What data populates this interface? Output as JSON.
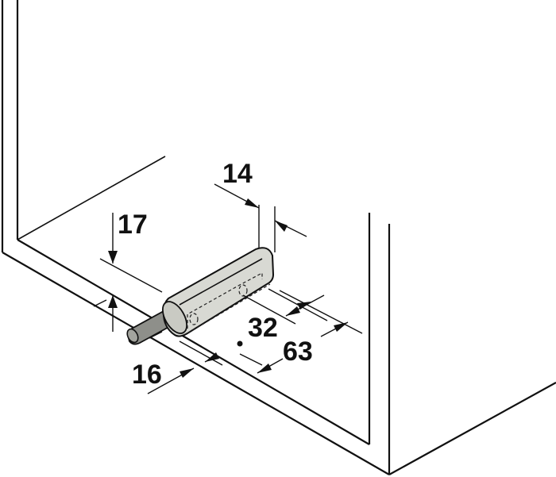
{
  "colors": {
    "line": "#111111",
    "body_fill": "#d8d9d3",
    "body_shade": "#b9bab3",
    "plunger": "#8e8f8a",
    "background": "#ffffff"
  },
  "dimensions": {
    "width_body": "14",
    "plunger_height": "17",
    "hole_spacing": "32",
    "overall_length": "63",
    "edge_offset": "16"
  }
}
